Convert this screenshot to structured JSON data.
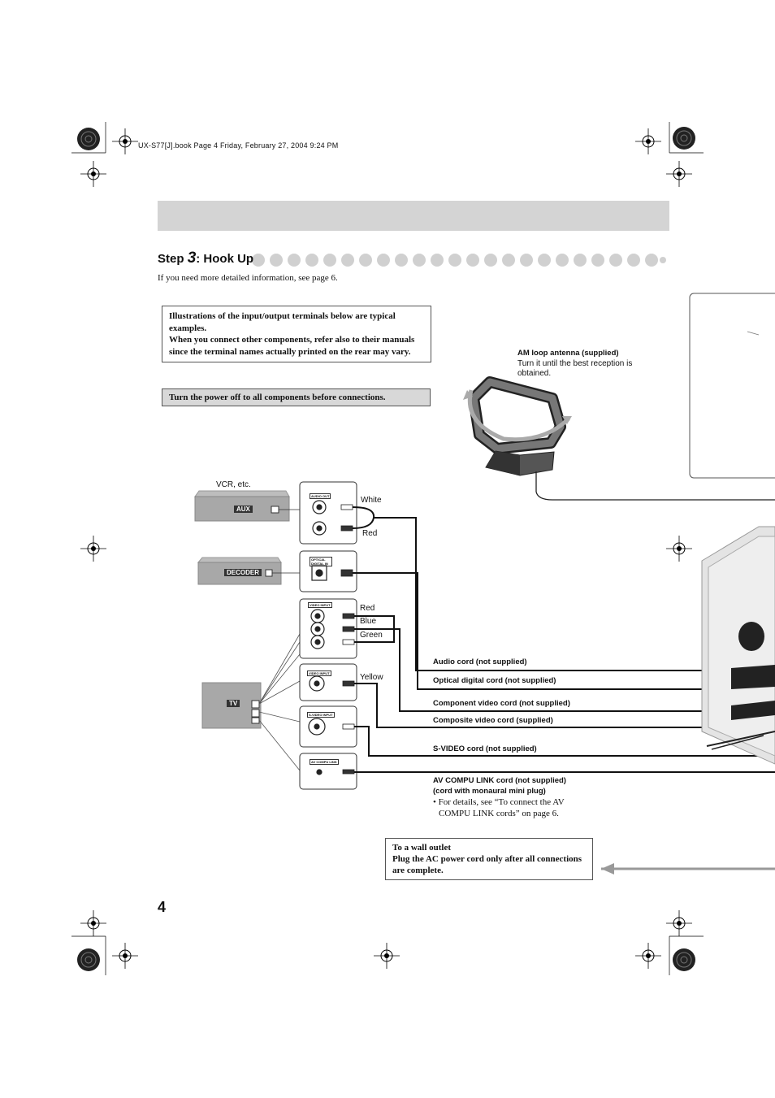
{
  "header": {
    "file_info": "UX-S77[J].book  Page 4  Friday, February 27, 2004  9:24 PM"
  },
  "step": {
    "prefix": "Step",
    "number": "3",
    "title": ": Hook Up"
  },
  "intro": "If you need more detailed information, see page 6.",
  "notice_box": {
    "line1": "Illustrations of the input/output terminals below are typical examples.",
    "line2": "When you connect other components, refer also to their manuals since the terminal names actually printed on the rear may vary."
  },
  "warning_box": "Turn the power off to all components before connections.",
  "antenna": {
    "title": "AM loop antenna (supplied)",
    "desc": "Turn it until the best reception is obtained."
  },
  "devices": {
    "vcr_caption": "VCR, etc.",
    "aux": "AUX",
    "decoder": "DECODER",
    "tv": "TV"
  },
  "terminals": {
    "audio_out": "AUDIO OUT",
    "optical": "OPTICAL DIGITAL IN",
    "component": "VIDEO INPUT",
    "composite": "VIDEO INPUT",
    "svideo": "S-VIDEO INPUT",
    "av_compu": "AV COMPU LINK"
  },
  "colors": {
    "white": "White",
    "red": "Red",
    "red2": "Red",
    "blue": "Blue",
    "green": "Green",
    "yellow": "Yellow"
  },
  "cords": {
    "audio": "Audio cord (not supplied)",
    "optical": "Optical digital cord (not supplied)",
    "component": "Component video cord (not supplied)",
    "composite": "Composite video cord (supplied)",
    "svideo": "S-VIDEO cord (not supplied)",
    "av_compu": "AV COMPU LINK cord (not supplied)",
    "av_compu_sub": "(cord with monaural mini plug)",
    "av_compu_note1": "• For details, see “To connect the AV",
    "av_compu_note2": "COMPU LINK cords” on page 6."
  },
  "outlet_box": {
    "line1": "To a wall outlet",
    "line2": "Plug the AC power cord only after all connections are complete."
  },
  "page_number": "4"
}
